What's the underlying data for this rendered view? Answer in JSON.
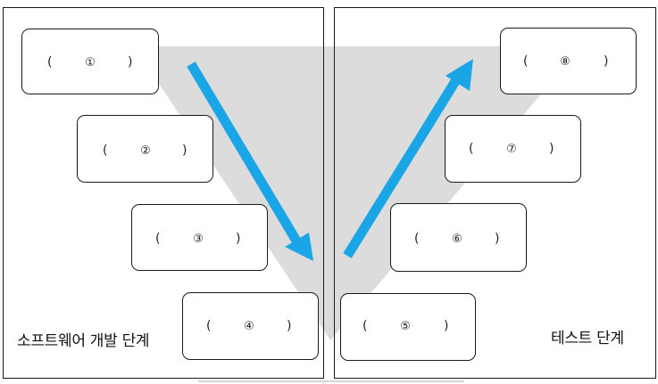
{
  "phases": {
    "development": "소프트웨어 개발 단계",
    "test": "테스트 단계"
  },
  "boxes": [
    {
      "open": "(",
      "number": "①",
      "close": ")"
    },
    {
      "open": "(",
      "number": "②",
      "close": ")"
    },
    {
      "open": "(",
      "number": "③",
      "close": ")"
    },
    {
      "open": "(",
      "number": "④",
      "close": ")"
    },
    {
      "open": "(",
      "number": "⑤",
      "close": ")"
    },
    {
      "open": "(",
      "number": "⑥",
      "close": ")"
    },
    {
      "open": "(",
      "number": "⑦",
      "close": ")"
    },
    {
      "open": "(",
      "number": "⑧",
      "close": ")"
    }
  ],
  "colors": {
    "arrow": "#1aa6e6",
    "triangle": "#dcdcdc",
    "border": "#1a1a1a"
  }
}
